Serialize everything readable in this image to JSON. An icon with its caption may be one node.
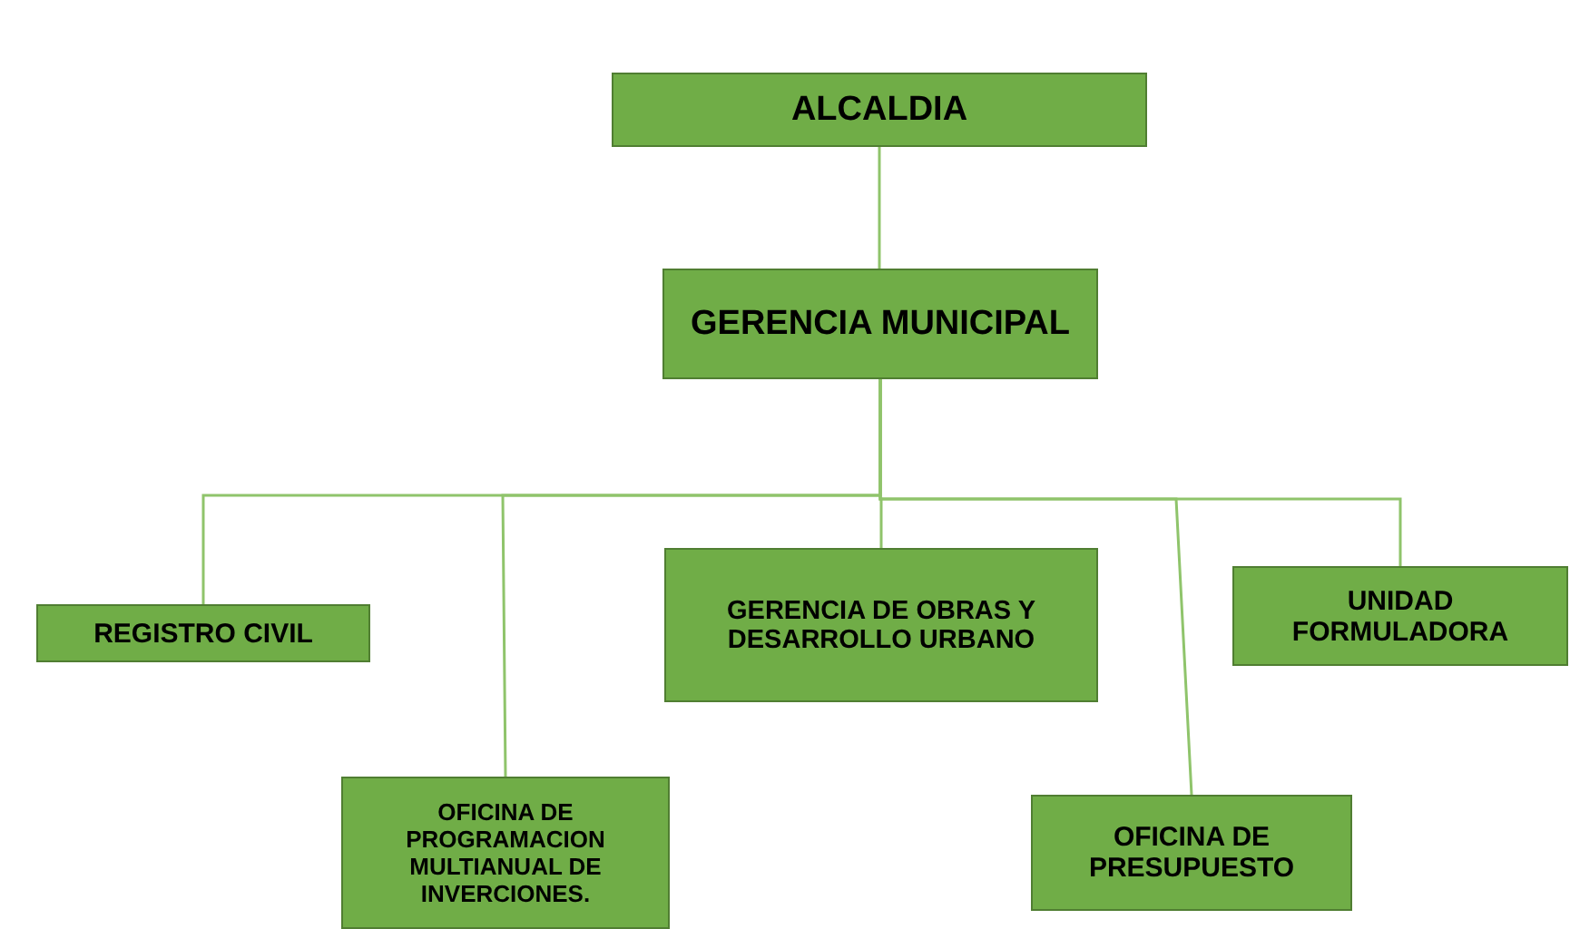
{
  "diagram": {
    "nodes": [
      {
        "text": [
          "ALCALDIA"
        ]
      },
      {
        "text": [
          "GERENCIA MUNICIPAL"
        ]
      },
      {
        "text": [
          "REGISTRO CIVIL"
        ]
      },
      {
        "text": [
          "OFICINA DE PROGRAMACION MULTIANUAL DE INVERCIONES."
        ]
      },
      {
        "text": [
          "GERENCIA DE OBRAS Y DESARROLLO URBANO"
        ]
      },
      {
        "text": [
          "OFICINA DE PRESUPUESTO"
        ]
      },
      {
        "text": [
          "UNIDAD FORMULADORA"
        ]
      }
    ],
    "edges": [
      {
        "from": 0,
        "to": 1,
        "arrow": "none"
      },
      {
        "from": 1,
        "to": 2,
        "arrow": "none"
      },
      {
        "from": 1,
        "to": 3,
        "arrow": "none"
      },
      {
        "from": 1,
        "to": 4,
        "arrow": "none"
      },
      {
        "from": 1,
        "to": 5,
        "arrow": "none"
      },
      {
        "from": 1,
        "to": 6,
        "arrow": "none"
      }
    ]
  }
}
